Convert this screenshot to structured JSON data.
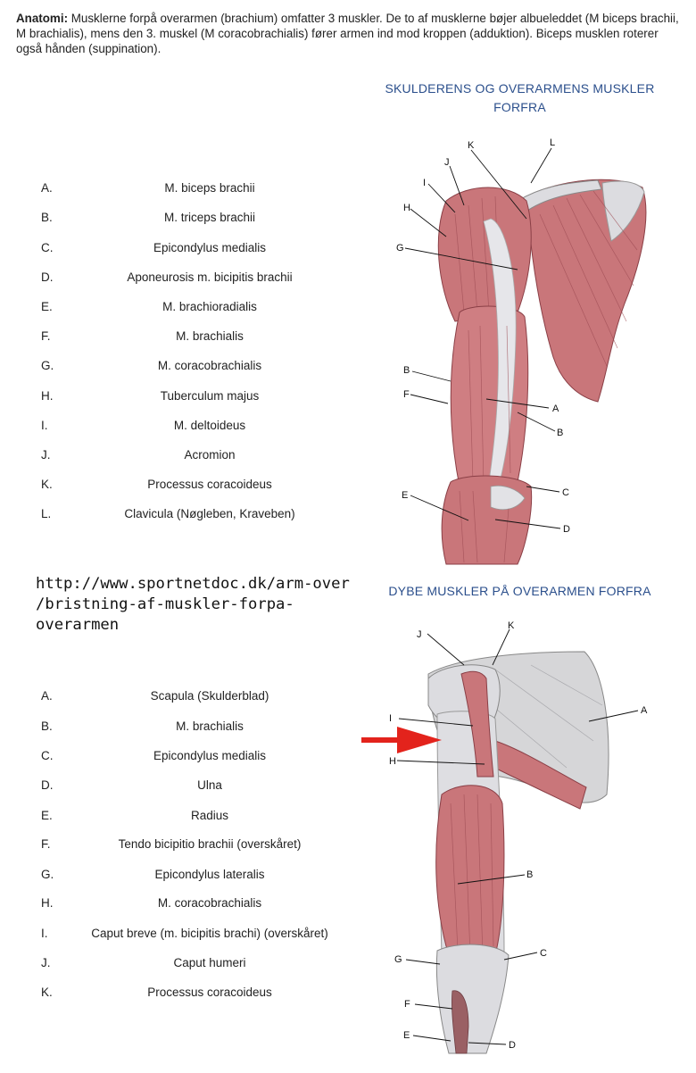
{
  "intro": {
    "bold": "Anatomi:",
    "text": " Musklerne forpå overarmen (brachium) omfatter 3 muskler. De to af musklerne bøjer albueleddet (M biceps brachii, M brachialis), mens den 3. muskel (M coracobrachialis) fører armen ind mod kroppen (adduktion). Biceps musklen roterer også hånden (suppination)."
  },
  "figure1": {
    "title_line1": "SKULDERENS OG OVERARMENS MUSKLER",
    "title_line2": "FORFRA",
    "legend": [
      {
        "letter": "A.",
        "name": "M. biceps brachii"
      },
      {
        "letter": "B.",
        "name": "M. triceps brachii"
      },
      {
        "letter": "C.",
        "name": "Epicondylus medialis"
      },
      {
        "letter": "D.",
        "name": "Aponeurosis m. bicipitis brachii"
      },
      {
        "letter": "E.",
        "name": "M. brachioradialis"
      },
      {
        "letter": "F.",
        "name": "M. brachialis"
      },
      {
        "letter": "G.",
        "name": "M. coracobrachialis"
      },
      {
        "letter": "H.",
        "name": "Tuberculum majus"
      },
      {
        "letter": "I.",
        "name": "M. deltoideus"
      },
      {
        "letter": "J.",
        "name": "Acromion"
      },
      {
        "letter": "K.",
        "name": "Processus coracoideus"
      },
      {
        "letter": "L.",
        "name": "Clavicula (Nøgleben, Kraveben)"
      }
    ],
    "labels": {
      "K": "K",
      "L": "L",
      "J": "J",
      "I": "I",
      "H": "H",
      "G": "G",
      "B": "B",
      "F": "F",
      "A": "A",
      "B2": "B",
      "C": "C",
      "E": "E",
      "D": "D"
    }
  },
  "url": {
    "line1": "http://www.sportnetdoc.dk/arm-over",
    "line2": "/bristning-af-muskler-forpa-overarmen"
  },
  "figure2": {
    "title": "DYBE MUSKLER PÅ OVERARMEN FORFRA",
    "legend": [
      {
        "letter": "A.",
        "name": "Scapula (Skulderblad)"
      },
      {
        "letter": "B.",
        "name": "M. brachialis"
      },
      {
        "letter": "C.",
        "name": "Epicondylus medialis"
      },
      {
        "letter": "D.",
        "name": "Ulna"
      },
      {
        "letter": "E.",
        "name": "Radius"
      },
      {
        "letter": "F.",
        "name": "Tendo bicipitio brachii (overskåret)"
      },
      {
        "letter": "G.",
        "name": "Epicondylus lateralis"
      },
      {
        "letter": "H.",
        "name": "M. coracobrachialis"
      },
      {
        "letter": "I.",
        "name": "Caput breve (m. bicipitis brachi) (overskåret)"
      },
      {
        "letter": "J.",
        "name": "Caput humeri"
      },
      {
        "letter": "K.",
        "name": "Processus coracoideus"
      }
    ],
    "labels": {
      "J": "J",
      "K": "K",
      "A": "A",
      "I": "I",
      "H": "H",
      "B": "B",
      "C": "C",
      "G": "G",
      "F": "F",
      "E": "E",
      "D": "D"
    }
  },
  "colors": {
    "title": "#2b4f8c",
    "muscle": "#c9767a",
    "muscle_dark": "#9c4a52",
    "tendon": "#e4e4e8",
    "bone": "#d4d4d6",
    "arrow": "#e3231c"
  }
}
